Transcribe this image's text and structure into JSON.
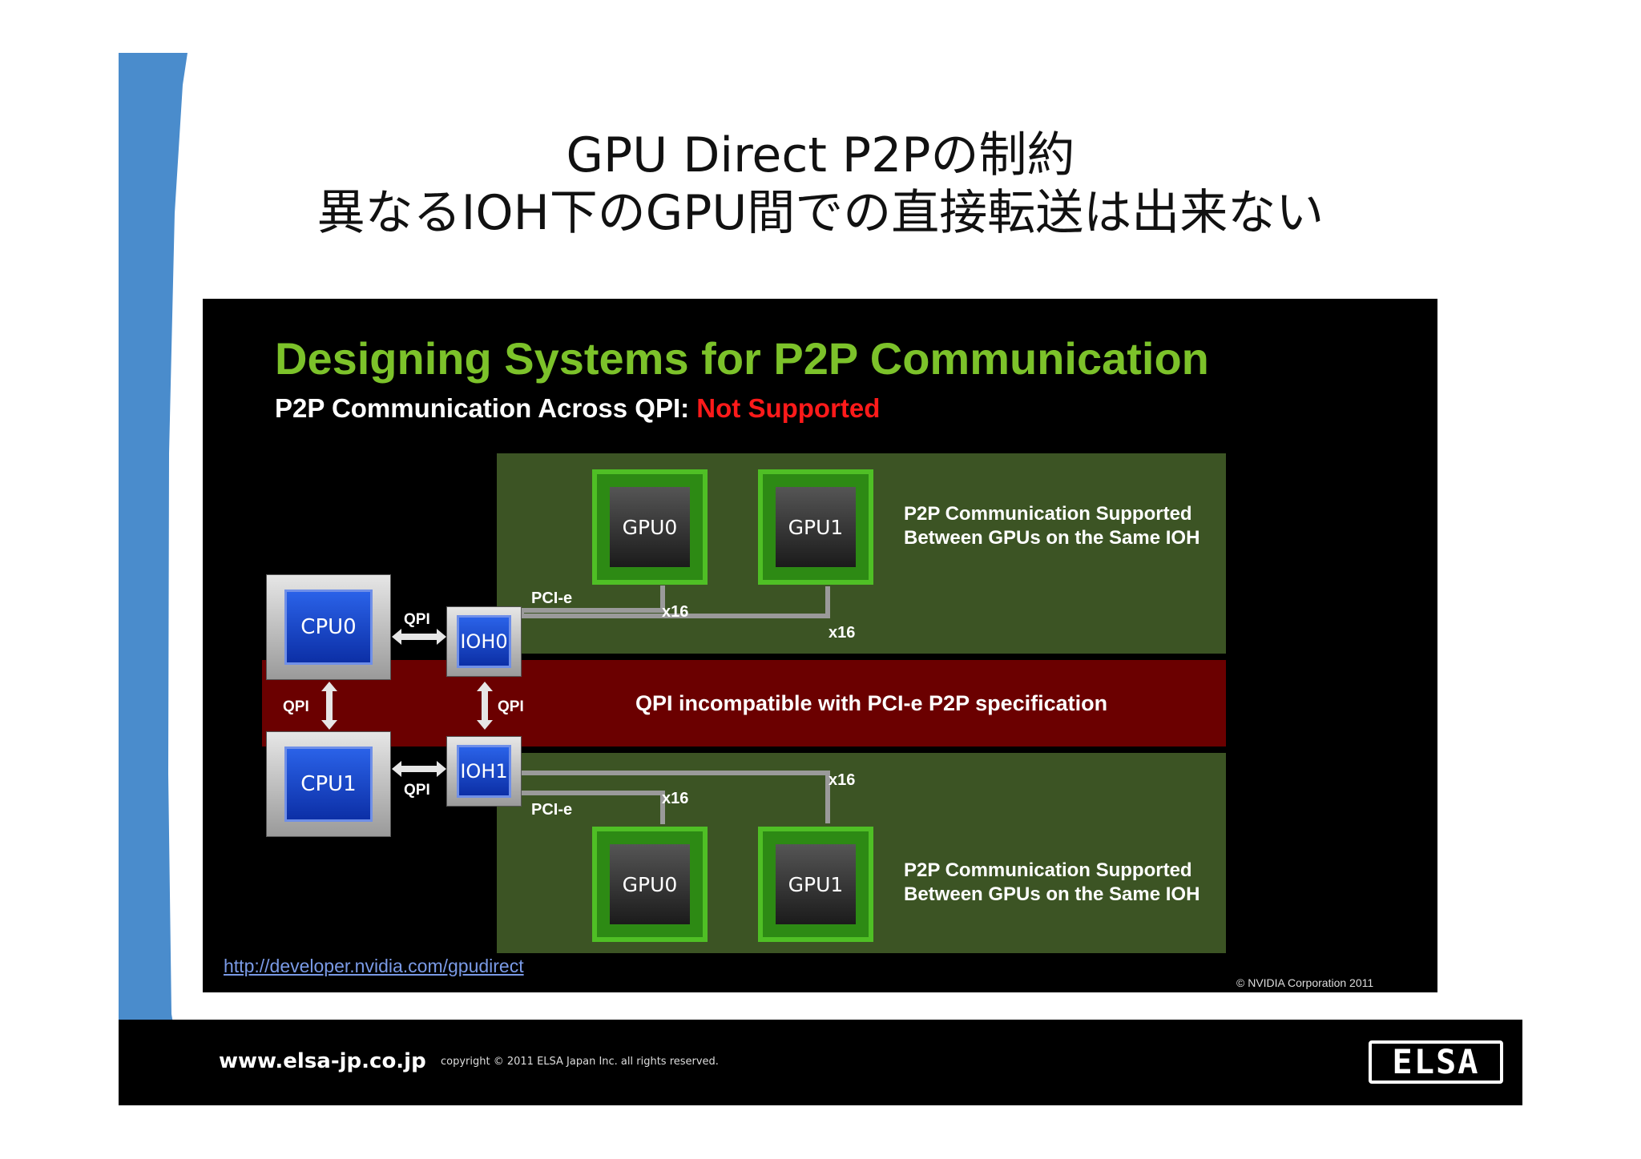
{
  "slide": {
    "title_line1": "GPU Direct P2Pの制約",
    "title_line2": "異なるIOH下のGPU間での直接転送は出来ない"
  },
  "panel": {
    "heading": "Designing Systems for P2P Communication",
    "subheading_prefix": "P2P Communication Across QPI: ",
    "subheading_status": "Not Supported",
    "band_text": "QPI incompatible with PCI-e P2P specification",
    "top_group": {
      "note_line1": "P2P Communication Supported",
      "note_line2": "Between GPUs on the Same IOH",
      "gpu0": "GPU0",
      "gpu1": "GPU1",
      "pcie_label": "PCI-e",
      "link0": "x16",
      "link1": "x16"
    },
    "bottom_group": {
      "note_line1": "P2P Communication Supported",
      "note_line2": "Between GPUs on the Same IOH",
      "gpu0": "GPU0",
      "gpu1": "GPU1",
      "pcie_label": "PCI-e",
      "link0": "x16",
      "link1": "x16"
    },
    "cpu0": "CPU0",
    "cpu1": "CPU1",
    "ioh0": "IOH0",
    "ioh1": "IOH1",
    "qpi_labels": [
      "QPI",
      "QPI",
      "QPI",
      "QPI"
    ],
    "link_url": "http://developer.nvidia.com/gpudirect",
    "credit": "© NVIDIA Corporation 2011"
  },
  "footer": {
    "website": "www.elsa-jp.co.jp",
    "copyright": "copyright © 2011 ELSA Japan Inc. all rights reserved.",
    "logo_text": "ELSA"
  },
  "colors": {
    "heading_green": "#7cc22a",
    "status_red": "#ff1a1a",
    "sidebar_blue": "#4a8ccc",
    "zone_green": "#3c5424",
    "band_red": "#6b0000"
  }
}
